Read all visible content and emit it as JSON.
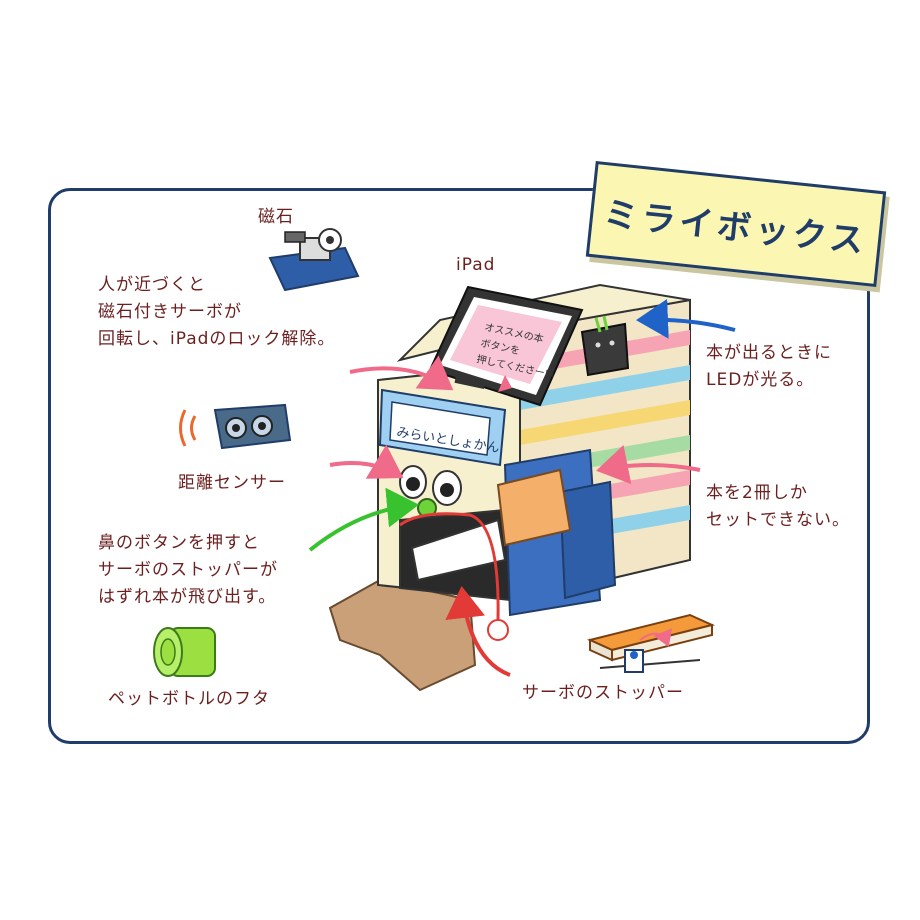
{
  "title": "ミライボックス",
  "labels": {
    "magnet": "磁石",
    "ipad": "iPad",
    "servo_unlock": [
      "人が近づくと",
      "磁石付きサーボが",
      "回転し、iPadのロック解除。"
    ],
    "distance_sensor": "距離センサー",
    "nose_button": [
      "鼻のボタンを押すと",
      "サーボのストッパーが",
      "はずれ本が飛び出す。"
    ],
    "bottle_cap": "ペットボトルのフタ",
    "led": [
      "本が出るときに",
      "LEDが光る。"
    ],
    "two_books": [
      "本を2冊しか",
      "セットできない。"
    ],
    "servo_stopper": "サーボのストッパー"
  },
  "box": {
    "sign_text": "みらいとしょかん",
    "screen_text": [
      "オススメの本",
      "ボタンを",
      "押してくださーい"
    ]
  },
  "colors": {
    "frame": "#1f3d68",
    "label_text": "#6b1f1f",
    "pink_arrow": "#f06a8a",
    "red_arrow": "#e23a36",
    "green_arrow": "#39c22f",
    "blue_arrow": "#1f63c9",
    "cardboard": "#c9a078",
    "box_cream": "#f6f0cf",
    "book_blue": "#3d6fc0",
    "cap_green": "#9be040"
  }
}
